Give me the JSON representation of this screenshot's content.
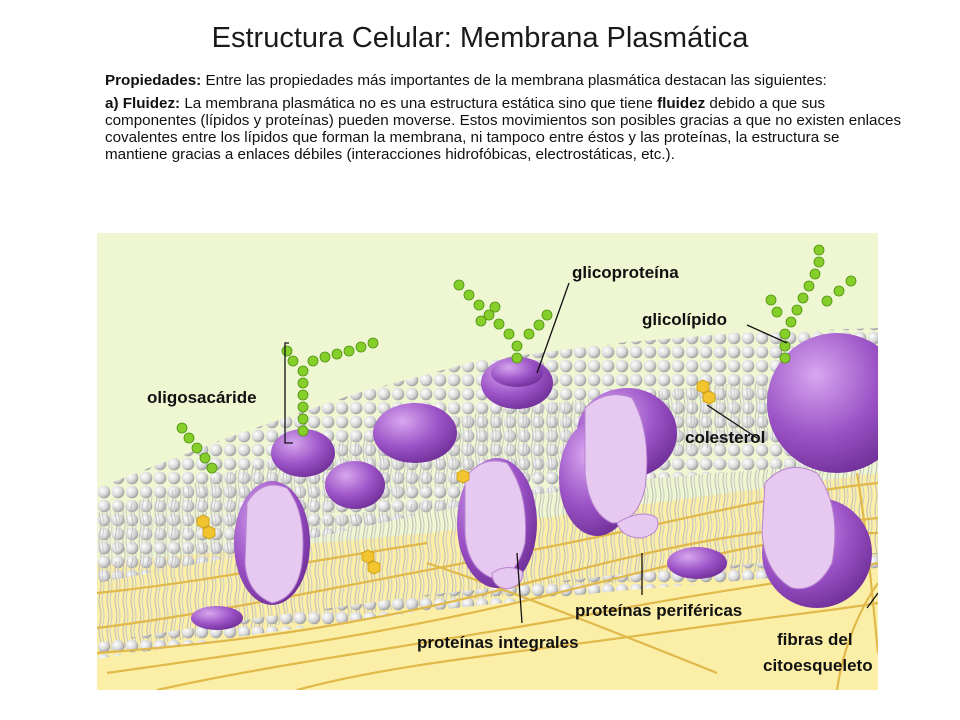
{
  "slide": {
    "title": "Estructura Celular: Membrana Plasmática",
    "paragraph1": {
      "bold_lead": "Propiedades:",
      "text": " Entre las propiedades más importantes de la membrana plasmática destacan las siguientes:"
    },
    "paragraph2": {
      "bold_lead": "a) Fluidez:",
      "text_a": " La membrana plasmática no es una estructura estática sino que tiene ",
      "bold_word": "fluidez",
      "text_b": " debido a que sus componentes (lípidos y proteínas) pueden moverse. Estos movimientos son posibles gracias a que no existen enlaces covalentes entre los lípidos que forman la membrana, ni tampoco entre éstos y las proteínas, la estructura se mantiene gracias a enlaces débiles (interacciones hidrofóbicas, electrostáticas, etc.)."
    }
  },
  "diagram": {
    "labels": {
      "glicoproteina": "glicoproteína",
      "glicolipido": "glicolípido",
      "oligosacaride": "oligosacáride",
      "colesterol": "colesterol",
      "proteinas_perifericas": "proteínas periféricas",
      "proteinas_integrales": "proteínas integrales",
      "fibras_line1": "fibras del",
      "fibras_line2": "citoesqueleto"
    },
    "colors": {
      "background": "#eef7d2",
      "cytoplasm": "#fbefa8",
      "lipid_head": "#e6e6e6",
      "protein": "#9a4fc4",
      "protein_section": "#e6c8f0",
      "sugar": "#86cf2a",
      "cholesterol": "#f2c530",
      "fiber": "#e1b84a"
    }
  }
}
